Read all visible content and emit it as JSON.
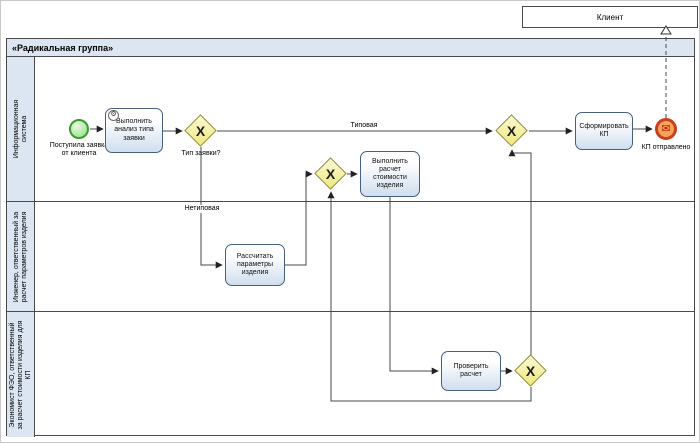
{
  "client_pool": {
    "label": "Клиент"
  },
  "pool": {
    "title": "«Радикальная группа»"
  },
  "lanes": [
    {
      "label": "Информационная система"
    },
    {
      "label": "Инженер, ответственный за расчет параметров изделия"
    },
    {
      "label": "Экономист ФЭО, ответственный за расчет стоимости изделия для КП"
    }
  ],
  "nodes": {
    "start_event": {
      "label": "Поступила заявка от клиента"
    },
    "task_analyze": {
      "label": "Выполнить анализ типа заявки"
    },
    "gateway_request_type": {
      "label": "Тип заявки?"
    },
    "task_params": {
      "label": "Рассчитать параметры изделия"
    },
    "task_cost": {
      "label": "Выполнить расчет стоимости изделия"
    },
    "task_check": {
      "label": "Проверить расчет"
    },
    "task_kp": {
      "label": "Сформировать КП"
    },
    "end_event": {
      "label": "КП отправлено"
    }
  },
  "flows": {
    "typical": {
      "label": "Типовая"
    },
    "non_typical": {
      "label": "Нетиповая"
    }
  },
  "gateway_mark": "X",
  "icons": {
    "gear": "⚙",
    "envelope": "✉"
  },
  "colors": {
    "lane_fill": "#dce6f2",
    "gateway_fill": "#efe97e",
    "gateway_border": "#8e8a2f",
    "start_fill": "#90dd7f",
    "start_border": "#3c9b35",
    "end_border": "#c8401f",
    "end_fill": "#f5a45b",
    "task_border": "#46617d",
    "line_color": "#4a4a4a"
  }
}
